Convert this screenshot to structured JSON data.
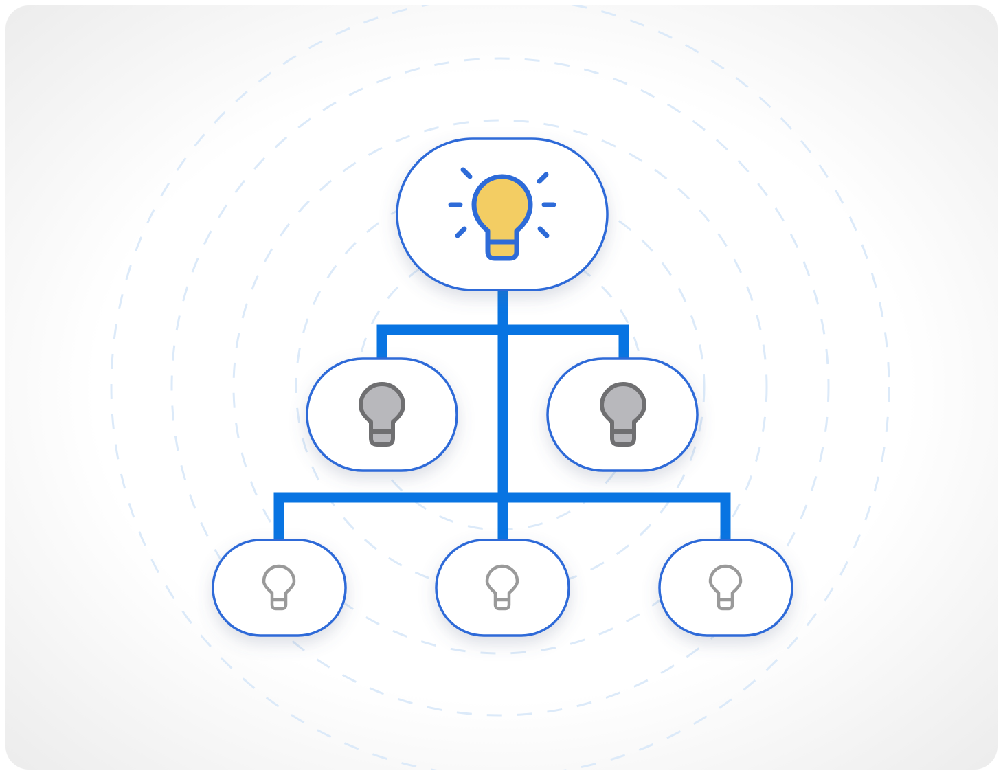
{
  "diagram": {
    "colors": {
      "connector": "#0874E2",
      "node_border": "#2E6BD8",
      "node_fill": "#FFFFFF",
      "ring": "#DCEAF9",
      "bulb_lit_fill": "#F3CD63",
      "bulb_lit_stroke": "#2E6BD8",
      "bulb_mid_fill": "#B8B8BC",
      "bulb_mid_stroke": "#6F6F71",
      "bulb_small_stroke": "#9A9A9A"
    },
    "nodes": [
      {
        "id": "root",
        "level": 0,
        "icon": "lightbulb-lit-icon"
      },
      {
        "id": "mid-left",
        "level": 1,
        "icon": "lightbulb-gray-icon"
      },
      {
        "id": "mid-right",
        "level": 1,
        "icon": "lightbulb-gray-icon"
      },
      {
        "id": "leaf-left",
        "level": 2,
        "icon": "lightbulb-outline-icon"
      },
      {
        "id": "leaf-center",
        "level": 2,
        "icon": "lightbulb-outline-icon"
      },
      {
        "id": "leaf-right",
        "level": 2,
        "icon": "lightbulb-outline-icon"
      }
    ],
    "edges": [
      {
        "from": "root",
        "to": "mid-left"
      },
      {
        "from": "root",
        "to": "mid-right"
      },
      {
        "from": "root",
        "to": "leaf-left"
      },
      {
        "from": "root",
        "to": "leaf-center"
      },
      {
        "from": "root",
        "to": "leaf-right"
      }
    ]
  }
}
